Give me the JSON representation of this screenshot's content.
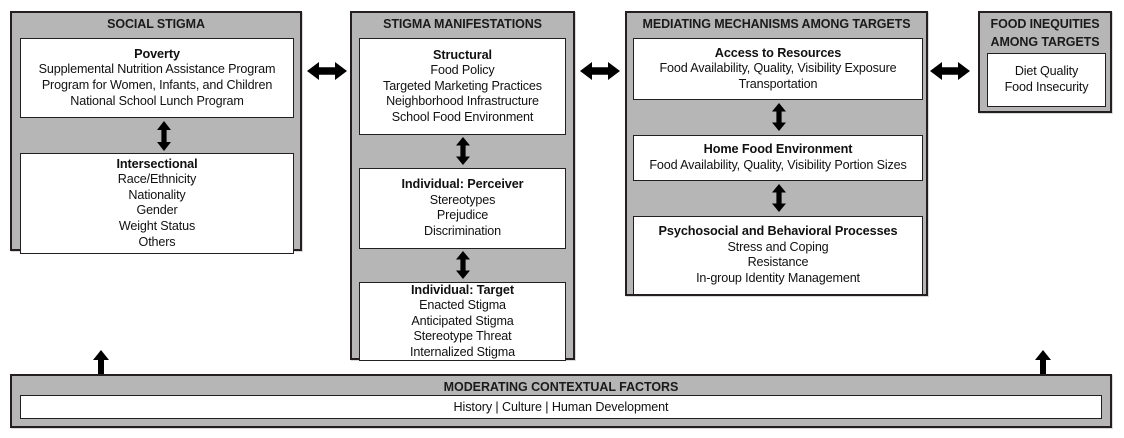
{
  "diagram": {
    "title_hidden": "",
    "colors": {
      "panel_fill": "#b6b6b6",
      "box_fill": "#ffffff",
      "border": "#231f20",
      "text": "#111111"
    }
  },
  "columns": [
    {
      "id": "social-stigma",
      "title": "SOCIAL STIGMA",
      "boxes": [
        {
          "heading": "Poverty",
          "lines": [
            "Supplemental Nutrition Assistance Program",
            "Program for Women, Infants, and Children",
            "National School Lunch Program"
          ]
        },
        {
          "heading": "Intersectional",
          "lines": [
            "Race/Ethnicity",
            "Nationality",
            "Gender",
            "Weight Status",
            "Others"
          ]
        }
      ]
    },
    {
      "id": "stigma-manifestations",
      "title": "STIGMA MANIFESTATIONS",
      "boxes": [
        {
          "heading": "Structural",
          "lines": [
            "Food Policy",
            "Targeted Marketing Practices",
            "Neighborhood Infrastructure",
            "School Food Environment"
          ]
        },
        {
          "heading": "Individual: Perceiver",
          "lines": [
            "Stereotypes",
            "Prejudice",
            "Discrimination"
          ]
        },
        {
          "heading": "Individual: Target",
          "lines": [
            "Enacted Stigma",
            "Anticipated Stigma",
            "Stereotype Threat",
            "Internalized Stigma"
          ]
        }
      ]
    },
    {
      "id": "mediating-mechanisms",
      "title": "MEDIATING MECHANISMS AMONG TARGETS",
      "boxes": [
        {
          "heading": "Access to Resources",
          "lines": [
            "Food Availability, Quality, Visibility Exposure",
            "Transportation"
          ]
        },
        {
          "heading": "Home Food Environment",
          "lines": [
            "Food Availability, Quality, Visibility Portion Sizes"
          ]
        },
        {
          "heading": "Psychosocial and Behavioral Processes",
          "lines": [
            "Stress and Coping",
            "Resistance",
            "In-group Identity Management"
          ]
        }
      ]
    },
    {
      "id": "food-inequities",
      "title_line1": "FOOD INEQUITIES",
      "title_line2": "AMONG TARGETS",
      "boxes": [
        {
          "heading": "",
          "lines": [
            "Diet Quality",
            "Food Insecurity"
          ]
        }
      ]
    }
  ],
  "bottom": {
    "title": "MODERATING CONTEXTUAL FACTORS",
    "content": "History | Culture | Human Development"
  },
  "arrows": {
    "horizontal_bidirectional_count": 3,
    "vertical_bidirectional_count": 5,
    "vertical_up_count": 2
  }
}
